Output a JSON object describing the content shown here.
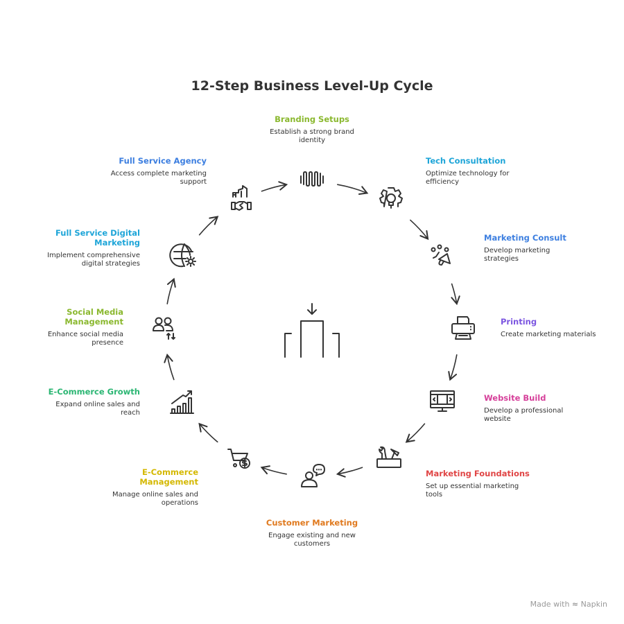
{
  "title": "12-Step Business Level-Up Cycle",
  "steps": [
    {
      "title": "Branding Setups",
      "desc": "Establish a strong brand identity",
      "color": "#8ab82e",
      "icon": "soundwave-icon"
    },
    {
      "title": "Tech Consultation",
      "desc": "Optimize technology for efficiency",
      "color": "#1ea5d8",
      "icon": "gear-lightbulb-icon"
    },
    {
      "title": "Marketing Consult",
      "desc": "Develop marketing strategies",
      "color": "#3d7fe0",
      "icon": "megaphone-icon"
    },
    {
      "title": "Printing",
      "desc": "Create marketing materials",
      "color": "#7b55e0",
      "icon": "printer-icon"
    },
    {
      "title": "Website Build",
      "desc": "Develop a professional website",
      "color": "#d6409a",
      "icon": "monitor-icon"
    },
    {
      "title": "Marketing Foundations",
      "desc": "Set up essential marketing tools",
      "color": "#e04545",
      "icon": "toolbox-icon"
    },
    {
      "title": "Customer Marketing",
      "desc": "Engage existing and new customers",
      "color": "#e07a1f",
      "icon": "person-chat-icon"
    },
    {
      "title": "E-Commerce Management",
      "desc": "Manage online sales and operations",
      "color": "#d4b800",
      "icon": "cart-dollar-icon"
    },
    {
      "title": "E-Commerce Growth",
      "desc": "Expand online sales and reach",
      "color": "#2bb673",
      "icon": "growth-chart-icon"
    },
    {
      "title": "Social Media Management",
      "desc": "Enhance social media presence",
      "color": "#8ab82e",
      "icon": "users-arrows-icon"
    },
    {
      "title": "Full Service Digital Marketing",
      "desc": "Implement comprehensive digital strategies",
      "color": "#1ea5d8",
      "icon": "globe-gear-icon"
    },
    {
      "title": "Full Service Agency",
      "desc": "Access complete marketing support",
      "color": "#3d7fe0",
      "icon": "handshake-building-icon"
    }
  ],
  "footer": {
    "made_with": "Made with",
    "brand": "Napkin"
  }
}
